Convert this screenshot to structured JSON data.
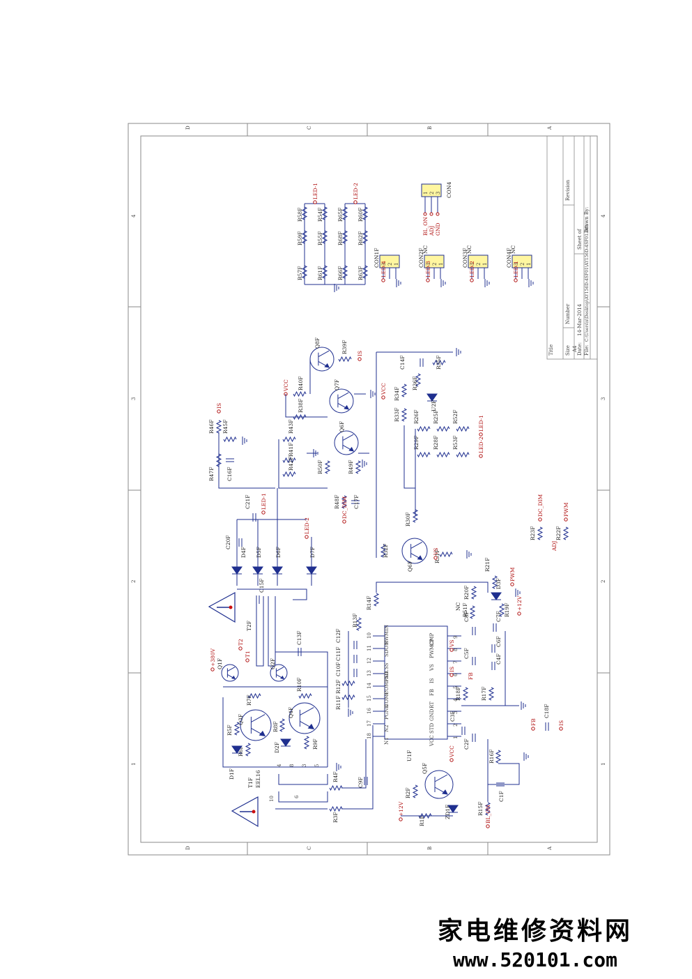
{
  "frame": {
    "zone_letters": [
      "D",
      "C",
      "B",
      "A"
    ],
    "zone_numbers": [
      "4",
      "3",
      "2",
      "1"
    ]
  },
  "title_block": {
    "title_label": "Title",
    "size_label": "Size",
    "size_value": "A4",
    "number_label": "Number",
    "revision_label": "Revision",
    "date_label": "Date:",
    "date_value": "14-Mar-2014",
    "sheet_label": "Sheet    of",
    "file_label": "File:",
    "file_value": "C:\\Users\\x\\Desktop\\AY156D-4SF01\\AY156D-4SF01.ddb",
    "drawn_by_label": "Drawn By:"
  },
  "connectors": [
    {
      "id": "CON1F",
      "pins": [
        "3",
        "2",
        "1"
      ],
      "net": "LED-4",
      "pin_label": ""
    },
    {
      "id": "CON2F",
      "pins": [
        "3",
        "2",
        "1"
      ],
      "net": "LED-3",
      "pin_label": "NC"
    },
    {
      "id": "CON3F",
      "pins": [
        "3",
        "2",
        "1"
      ],
      "net": "LED-2",
      "pin_label": "NC"
    },
    {
      "id": "CON4F",
      "pins": [
        "3",
        "2",
        "1"
      ],
      "net": "LED-1",
      "pin_label": "NC"
    },
    {
      "id": "CON4",
      "pins": [
        "1",
        "2",
        "3"
      ],
      "net": "",
      "pin_label": ""
    }
  ],
  "con4_signals": [
    "BL_ON",
    "ADJ",
    "GND"
  ],
  "ic": {
    "id": "U1F",
    "left_pins": [
      {
        "num": "10",
        "name": "PWMIN"
      },
      {
        "num": "11",
        "name": "SDOM"
      },
      {
        "num": "12",
        "name": "SS"
      },
      {
        "num": "13",
        "name": "FAIL"
      },
      {
        "num": "14",
        "name": "COMPSD"
      },
      {
        "num": "15",
        "name": "COMP"
      },
      {
        "num": "16",
        "name": "PGND"
      },
      {
        "num": "17",
        "name": "N2"
      },
      {
        "num": "18",
        "name": "N1"
      }
    ],
    "right_pins": [
      {
        "num": "9",
        "name": "CP"
      },
      {
        "num": "8",
        "name": "PWMCMP"
      },
      {
        "num": "7",
        "name": "VS"
      },
      {
        "num": "6",
        "name": "IS"
      },
      {
        "num": "5",
        "name": "FB"
      },
      {
        "num": "4",
        "name": "RT"
      },
      {
        "num": "3",
        "name": "GND"
      },
      {
        "num": "2",
        "name": "STD"
      },
      {
        "num": "1",
        "name": "VCC"
      }
    ]
  },
  "nets": {
    "led1": "LED-1",
    "led2": "LED-2",
    "is": "IS",
    "vcc": "VCC",
    "vs": "VS",
    "fb": "FB",
    "pwm": "PWM",
    "dc_dim": "DC_DIM",
    "adj": "ADJ",
    "bl_on": "BL_ON",
    "p12v": "+12V",
    "p380v": "+380V",
    "t1": "T1",
    "t2": "T2",
    "nc": "NC"
  },
  "transformers": [
    {
      "id": "T1F",
      "core": "EEL16"
    },
    {
      "id": "T2F",
      "core": ""
    }
  ],
  "parts": {
    "led_string_1": [
      "R58F",
      "R54F",
      "R59F",
      "R55F",
      "R57F",
      "R61F"
    ],
    "led_string_2": [
      "R65F",
      "R60F",
      "R68F",
      "R62F",
      "R66F",
      "R63F"
    ],
    "upper_mid": [
      "Q8F",
      "R39F",
      "R40F",
      "Q7F",
      "R38F",
      "Q6F",
      "R43F",
      "R41F",
      "R42F",
      "R50F",
      "R49F",
      "R48F",
      "C17F"
    ],
    "upper_left": [
      "R46F",
      "R45F",
      "R47F",
      "C16F"
    ],
    "upper_right": [
      "C14F",
      "R35F",
      "R34F",
      "R36F",
      "U2F",
      "R33F",
      "R26F",
      "R25F",
      "R52F",
      "R29F",
      "R28F",
      "R53F",
      "R30F",
      "R32F",
      "Q6F",
      "R31F"
    ],
    "diodes": [
      "D4F",
      "D5F",
      "D6F",
      "D7F",
      "C20F",
      "C21F",
      "C15F"
    ],
    "dim": [
      "R23F",
      "R22F"
    ],
    "lower": [
      "Q1F",
      "Q2F",
      "R7F",
      "R10F",
      "Q3F",
      "Q4F",
      "R5F",
      "R6F",
      "R8F",
      "R9F",
      "D2F",
      "D1F",
      "R4F",
      "R3F",
      "C9F",
      "C13F",
      "R11F",
      "R12F",
      "C10F",
      "C11F",
      "C12F",
      "R13F",
      "R14F",
      "R20F",
      "R21F",
      "D3F",
      "R51F",
      "R19F",
      "C8F",
      "C7F",
      "C5F",
      "C6F",
      "C4F",
      "R18F",
      "R17F",
      "C18F",
      "C3F",
      "C2F",
      "R16F",
      "Q5F",
      "R2F",
      "R1F",
      "ZD1F",
      "R15F",
      "C1F"
    ]
  }
}
